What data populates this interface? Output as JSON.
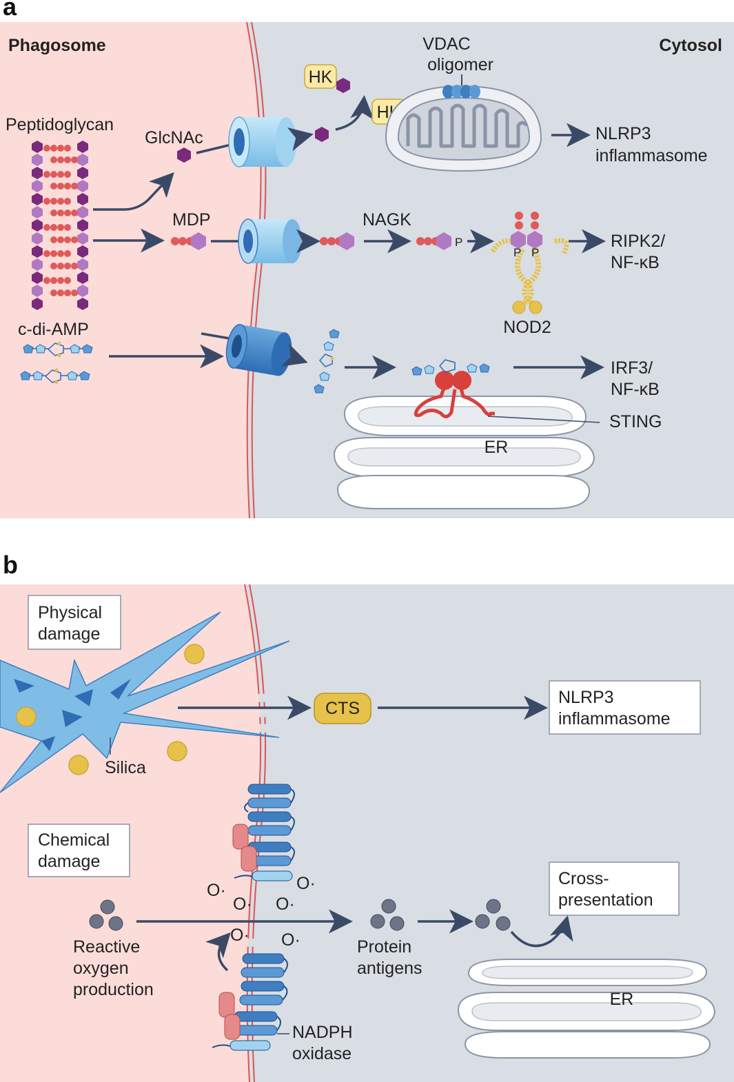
{
  "panel_a": {
    "letter": "a",
    "phagosome": "Phagosome",
    "cytosol": "Cytosol",
    "peptidoglycan": "Peptidoglycan",
    "glcnac": "GlcNAc",
    "hk1": "HK",
    "hk2": "HK",
    "vdac_line1": "VDAC",
    "vdac_line2": "oligomer",
    "nlrp3_line1": "NLRP3",
    "nlrp3_line2": "inflammasome",
    "mdp": "MDP",
    "nagk": "NAGK",
    "p1": "P",
    "p2": "P",
    "p3": "P",
    "ripk2_line1": "RIPK2/",
    "ripk2_line2": "NF-κB",
    "nod2": "NOD2",
    "cdiamp": "c-di-AMP",
    "irf3_line1": "IRF3/",
    "irf3_line2": "NF-κB",
    "sting": "STING",
    "er": "ER"
  },
  "panel_b": {
    "letter": "b",
    "physical_line1": "Physical",
    "physical_line2": "damage",
    "silica": "Silica",
    "cts": "CTS",
    "nlrp3_line1": "NLRP3",
    "nlrp3_line2": "inflammasome",
    "chemical_line1": "Chemical",
    "chemical_line2": "damage",
    "ros_line1": "Reactive",
    "ros_line2": "oxygen",
    "ros_line3": "production",
    "protein_line1": "Protein",
    "protein_line2": "antigens",
    "cross_line1": "Cross-",
    "cross_line2": "presentation",
    "nadph_line1": "NADPH",
    "nadph_line2": "oxidase",
    "er": "ER",
    "superoxide": "O·"
  },
  "colors": {
    "phagosome_bg": "#fbdcd9",
    "cytosol_bg": "#d9dde4",
    "membrane": "#e0534f",
    "arrow": "#3a4a66",
    "channel_light": "#9fd3f0",
    "channel_dark": "#3f7fc1",
    "hexagon_dark": "#7a2a7c",
    "hexagon_light": "#b179c4",
    "bead_red": "#e05a5a",
    "gold": "#e7c24a",
    "silica": "#7fbde6",
    "sphere": "#6d7487"
  }
}
